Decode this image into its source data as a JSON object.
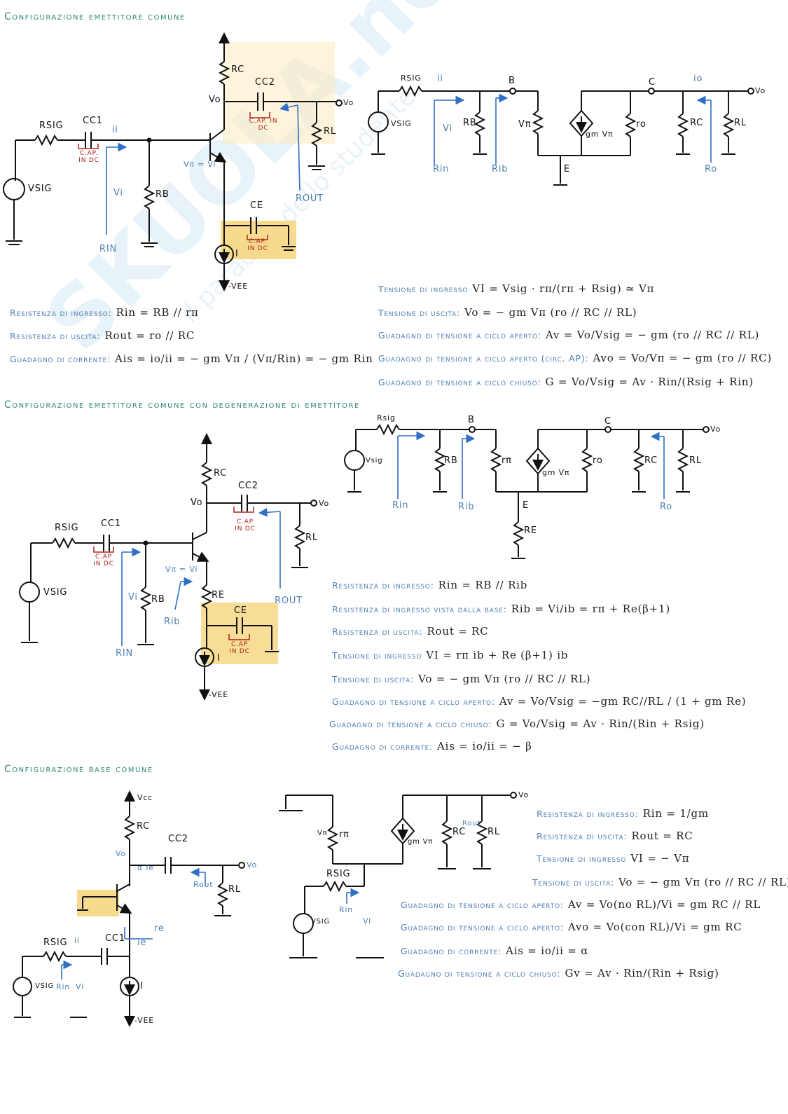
{
  "watermark": {
    "main": "SKUOLA.net",
    "sub": "il paradiso dello studente"
  },
  "sections": {
    "ce": {
      "title": "Configurazione emettitore comune",
      "labels": {
        "rsig": "RSIG",
        "cc1": "CC1",
        "cc2": "CC2",
        "rc": "RC",
        "rl": "RL",
        "rb": "RB",
        "ce": "CE",
        "vsig": "VSIG",
        "vo": "Vo",
        "vo_out": "Vo",
        "vee": "-VEE",
        "i": "I",
        "cap_note": "C.AP. IN DC",
        "rin": "RIN",
        "rout": "ROUT",
        "vi": "Vi",
        "vpi_vi": "Vπ = Vi",
        "ii": "ii"
      },
      "small_signal": {
        "rsig": "RSIG",
        "rb": "RB",
        "rpi": "Vπ",
        "gm": "gm Vπ",
        "ro": "ro",
        "rc": "RC",
        "rl": "RL",
        "b": "B",
        "c": "C",
        "e": "E",
        "rin": "Rin",
        "rib": "Rib",
        "ro_lbl": "Ro",
        "io": "io",
        "ii": "ii",
        "vsig": "VSIG",
        "vo": "Vo",
        "vi": "Vi"
      },
      "left_formulas": [
        {
          "label": "Resistenza di ingresso:",
          "eq": "Rin = RB // rπ"
        },
        {
          "label": "Resistenza di uscita:",
          "eq": "Rout = ro // RC"
        },
        {
          "label": "Guadagno di corrente:",
          "eq": "Ais = io/ii = − gm Vπ / (Vπ/Rin) = − gm Rin"
        }
      ],
      "right_formulas": [
        {
          "label": "Tensione di ingresso",
          "eq": "VI = Vsig · rπ/(rπ + Rsig) ≃ Vπ"
        },
        {
          "label": "Tensione di uscita:",
          "eq": "Vo = − gm Vπ (ro // RC // RL)"
        },
        {
          "label": "Guadagno di tensione a ciclo aperto:",
          "eq": "Av = Vo/Vsig = − gm (ro // RC // RL)"
        },
        {
          "label": "Guadagno di tensione a ciclo aperto (circ. AP):",
          "eq": "Avo = Vo/Vπ = − gm (ro // RC)"
        },
        {
          "label": "Guadagno di tensione a ciclo chiuso:",
          "eq": "G = Vo/Vsig = Av · Rin/(Rsig + Rin)"
        }
      ]
    },
    "ce_degen": {
      "title": "Configurazione emettitore comune con degenerazione di emettitore",
      "labels": {
        "rsig": "RSIG",
        "cc1": "CC1",
        "cc2": "CC2",
        "rc": "RC",
        "rl": "RL",
        "rb": "RB",
        "re": "RE",
        "ce": "CE",
        "vsig": "VSIG",
        "vo": "Vo",
        "vee": "-VEE",
        "i": "I",
        "cap_note": "C.AP IN DC",
        "rin": "RIN",
        "rout": "ROUT",
        "rib": "Rib",
        "vi": "Vi",
        "vpi_vi": "Vπ = Vi"
      },
      "small_signal": {
        "rsig": "Rsig",
        "rb": "RB",
        "rpi": "rπ",
        "gm": "gm Vπ",
        "ro": "ro",
        "rc": "RC",
        "rl": "RL",
        "re": "RE",
        "b": "B",
        "c": "C",
        "e": "E",
        "rin": "Rin",
        "rib": "Rib",
        "ro_lbl": "Ro",
        "vsig": "Vsig",
        "vo": "Vo"
      },
      "formulas": [
        {
          "label": "Resistenza di ingresso:",
          "eq": "Rin = RB // Rib"
        },
        {
          "label": "Resistenza di ingresso vista dalla base:",
          "eq": "Rib = Vi/ib = rπ + Re(β+1)"
        },
        {
          "label": "Resistenza di uscita:",
          "eq": "Rout = RC"
        },
        {
          "label": "Tensione di ingresso",
          "eq": "VI = rπ ib + Re (β+1) ib"
        },
        {
          "label": "Tensione di uscita:",
          "eq": "Vo = − gm Vπ (ro // RC // RL)"
        },
        {
          "label": "Guadagno di tensione a ciclo aperto:",
          "eq": "Av = Vo/Vsig = −gm RC//RL / (1 + gm Re)"
        },
        {
          "label": "Guadagno di tensione a ciclo chiuso:",
          "eq": "G = Vo/Vsig = Av · Rin/(Rin + Rsig)"
        },
        {
          "label": "Guadagno di corrente:",
          "eq": "Ais = io/ii = − β"
        }
      ]
    },
    "cb": {
      "title": "Configurazione base comune",
      "labels": {
        "vcc": "Vcc",
        "rc": "RC",
        "cc2": "CC2",
        "cc1": "CC1",
        "rl": "RL",
        "rsig": "RSIG",
        "vsig": "VSIG",
        "vo": "Vo",
        "vee": "-VEE",
        "i": "I",
        "alpha_ie": "α ie",
        "ie": "ie",
        "re": "re",
        "rin": "Rin",
        "rout": "Rout",
        "vi": "Vi",
        "ii": "ii"
      },
      "small_signal": {
        "rpi": "rπ",
        "vpi": "Vπ",
        "gm": "gm Vπ",
        "rc": "RC",
        "rl": "RL",
        "rsig": "RSIG",
        "vsig": "VSIG",
        "vo": "Vo",
        "rin": "Rin",
        "rout": "Rout",
        "vi": "Vi"
      },
      "formulas": [
        {
          "label": "Resistenza di ingresso:",
          "eq": "Rin = 1/gm"
        },
        {
          "label": "Resistenza di uscita:",
          "eq": "Rout = RC"
        },
        {
          "label": "Tensione di ingresso",
          "eq": "VI = − Vπ"
        },
        {
          "label": "Tensione di uscita:",
          "eq": "Vo = − gm Vπ (ro // RC // RL)"
        },
        {
          "label": "Guadagno di tensione a ciclo aperto:",
          "eq": "Av = Vo(no RL)/Vi = gm RC // RL"
        },
        {
          "label": "Guadagno di tensione a ciclo aperto:",
          "eq": "Avo = Vo(con RL)/Vi = gm RC"
        },
        {
          "label": "Guadagno di corrente:",
          "eq": "Ais = io/ii = α"
        },
        {
          "label": "Guadagno di tensione a ciclo chiuso:",
          "eq": "Gv = Av · Rin/(Rin + Rsig)"
        }
      ]
    }
  }
}
